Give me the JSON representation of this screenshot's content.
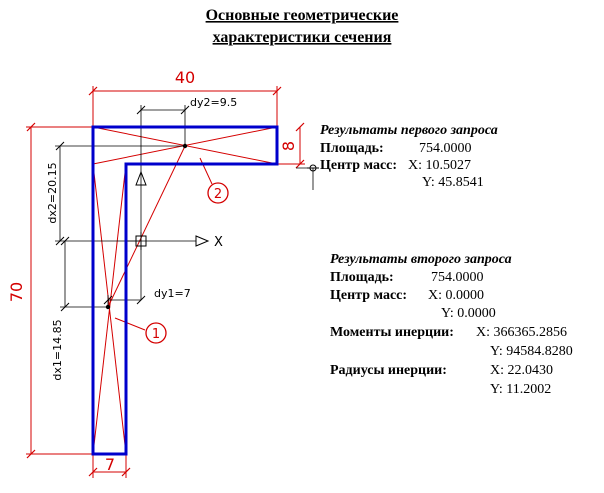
{
  "title": {
    "line1": "Основные геометрические",
    "line2": "характеристики сечения"
  },
  "dimensions": {
    "width": "40",
    "height": "70",
    "flange_thickness": "8",
    "web_thickness": "7",
    "dy2": "dy2=9.5",
    "dx2": "dx2=20.15",
    "dy1": "dy1=7",
    "dx1": "dx1=14.85"
  },
  "axis": {
    "x_label": "X"
  },
  "callouts": {
    "c1": "1",
    "c2": "2"
  },
  "first_query": {
    "heading": "Результаты первого запроса",
    "area_label": "Площадь:",
    "area_value": "754.0000",
    "centroid_label": "Центр масс:",
    "centroid_x": "X: 10.5027",
    "centroid_y": "Y: 45.8541"
  },
  "second_query": {
    "heading": "Результаты второго запроса",
    "area_label": "Площадь:",
    "area_value": "754.0000",
    "centroid_label": "Центр масс:",
    "centroid_x": "X: 0.0000",
    "centroid_y": "Y: 0.0000",
    "inertia_label": "Моменты инерции:",
    "inertia_x": "X: 366365.2856",
    "inertia_y": "Y: 94584.8280",
    "radii_label": "Радиусы инерции:",
    "radii_x": "X: 22.0430",
    "radii_y": "Y: 11.2002"
  },
  "colors": {
    "section_outline": "#0000cc",
    "dimension": "#d40000",
    "construction": "#000000"
  }
}
